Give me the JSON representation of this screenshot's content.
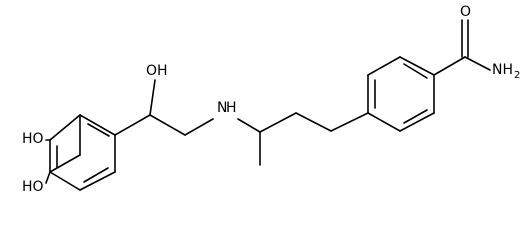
{
  "molecule": {
    "labels": {
      "ho_top": "HO",
      "ho_bottom": "HO",
      "oh": "OH",
      "nh": "N",
      "nh_h": "H",
      "amide_o": "O",
      "amide_n": "NH",
      "amide_n_sub": "2"
    }
  }
}
